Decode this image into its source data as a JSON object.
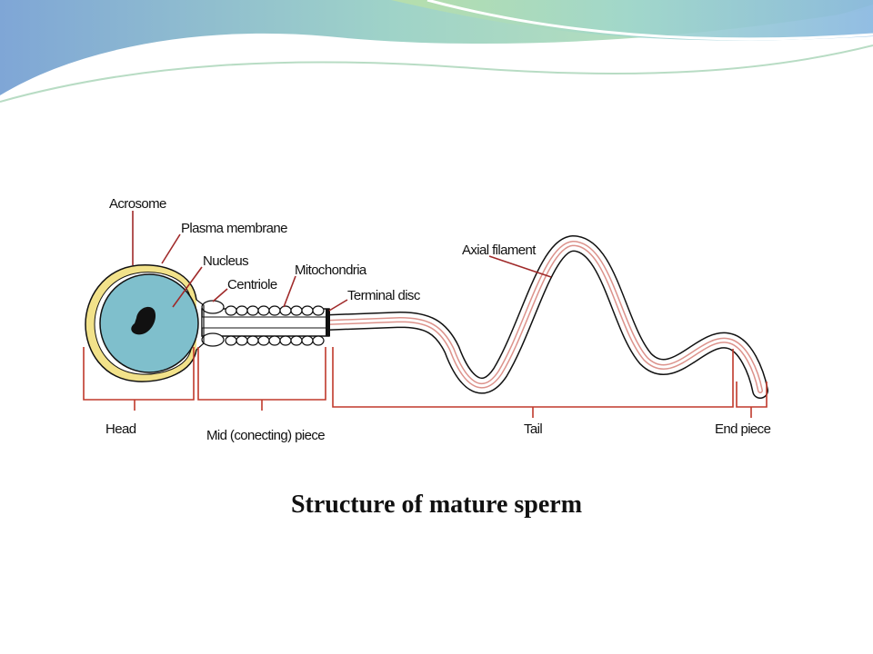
{
  "slide": {
    "caption": "Structure of mature sperm",
    "banner_colors": [
      "#8fb4d8",
      "#9fd3c8",
      "#c9e6b9",
      "#ffffff"
    ]
  },
  "diagram": {
    "labels": {
      "acrosome": "Acrosome",
      "plasma_membrane": "Plasma membrane",
      "nucleus": "Nucleus",
      "centriole": "Centriole",
      "mitochondria": "Mitochondria",
      "terminal_disc": "Terminal disc",
      "axial_filament": "Axial filament"
    },
    "regions": {
      "head": "Head",
      "mid_piece": "Mid (conecting) piece",
      "tail": "Tail",
      "end_piece": "End piece"
    },
    "colors": {
      "nucleus_fill": "#7fbfcc",
      "acrosome_fill": "#f2e28a",
      "outline": "#111111",
      "leader": "#a02a2a",
      "bracket": "#c0392b"
    }
  }
}
